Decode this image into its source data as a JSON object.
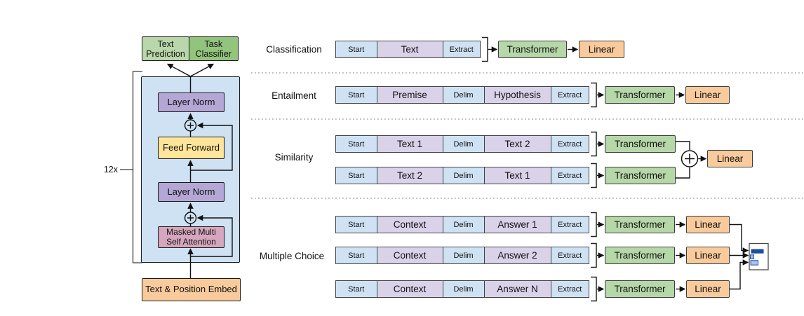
{
  "figure": {
    "left_diagram": {
      "text_prediction": "Text Prediction",
      "task_classifier": "Task Classifier",
      "layer_norm_top": "Layer Norm",
      "feed_forward": "Feed Forward",
      "layer_norm_bottom": "Layer Norm",
      "masked_attention": "Masked Multi Self Attention",
      "embed": "Text & Position Embed",
      "repeat": "12x"
    },
    "box_labels": {
      "transformer": "Transformer",
      "linear": "Linear"
    },
    "tasks": [
      {
        "label": "Classification",
        "strips": [
          [
            "Start",
            "Text",
            "Extract"
          ]
        ]
      },
      {
        "label": "Entailment",
        "strips": [
          [
            "Start",
            "Premise",
            "Delim",
            "Hypothesis",
            "Extract"
          ]
        ]
      },
      {
        "label": "Similarity",
        "strips": [
          [
            "Start",
            "Text 1",
            "Delim",
            "Text 2",
            "Extract"
          ],
          [
            "Start",
            "Text 2",
            "Delim",
            "Text 1",
            "Extract"
          ]
        ]
      },
      {
        "label": "Multiple Choice",
        "strips": [
          [
            "Start",
            "Context",
            "Delim",
            "Answer 1",
            "Extract"
          ],
          [
            "Start",
            "Context",
            "Delim",
            "Answer 2",
            "Extract"
          ],
          [
            "Start",
            "Context",
            "Delim",
            "Answer N",
            "Extract"
          ]
        ]
      }
    ],
    "colors": {
      "special_token_blue": "#cfe2f3",
      "content_token_purple": "#d9d2e9",
      "transformer_green": "#b6d7a8",
      "text_prediction_green": "#b9d7aa",
      "task_classifier_green": "#93c47d",
      "linear_orange": "#f9cb9c",
      "layer_norm_purple": "#b4a7d6",
      "feed_forward_yellow": "#ffe599",
      "attention_pink": "#d5a6bd",
      "stack_container_blue": "#cfe2f3",
      "score_bar_dark_blue": "#1f4e9c",
      "score_bar_light_blue": "#a4c2f4"
    }
  }
}
